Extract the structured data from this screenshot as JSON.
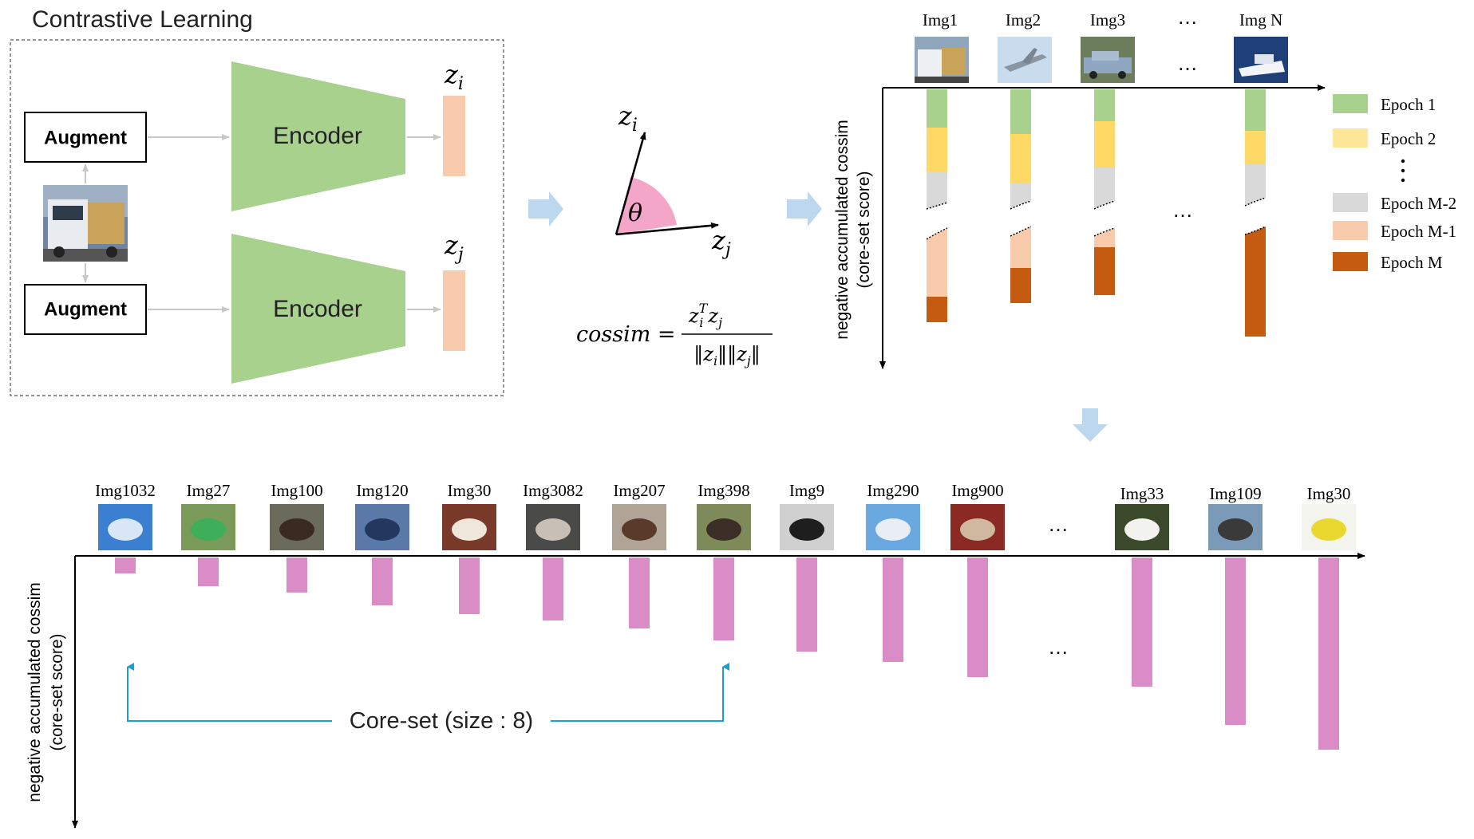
{
  "contrastive": {
    "title": "Contrastive Learning",
    "augment_top": "Augment",
    "augment_bottom": "Augment",
    "encoder_top": "Encoder",
    "encoder_bottom": "Encoder",
    "zi": "z",
    "zi_sub": "i",
    "zj": "z",
    "zj_sub": "j"
  },
  "angle": {
    "zi": "z",
    "zi_sub": "i",
    "zj": "z",
    "zj_sub": "j",
    "theta": "θ",
    "formula_lhs": "cossim =",
    "formula_num": "z",
    "formula_num_sup": "T",
    "formula_num_sub": "i",
    "formula_num2": "z",
    "formula_num2_sub": "j",
    "formula_den": "‖z",
    "formula_den_sub": "i",
    "formula_den_mid": "‖‖z",
    "formula_den_sub2": "j",
    "formula_den_end": "‖"
  },
  "epoch_chart": {
    "ylabel_line1": "negative accumulated cossim",
    "ylabel_line2": "(core-set score)",
    "images": [
      "Img1",
      "Img2",
      "Img3",
      "Img N"
    ],
    "ellipsis": "…",
    "legend": [
      {
        "label": "Epoch 1",
        "color": "#a9d18e"
      },
      {
        "label": "Epoch 2",
        "color": "#ffd966"
      },
      {
        "label": "Epoch M-2",
        "color": "#d9d9d9"
      },
      {
        "label": "Epoch M-1",
        "color": "#f8cbad"
      },
      {
        "label": "Epoch M",
        "color": "#c55a11"
      }
    ]
  },
  "chart_data": {
    "type": "bar",
    "categories": [
      "Img1032",
      "Img27",
      "Img100",
      "Img120",
      "Img30",
      "Img3082",
      "Img207",
      "Img398",
      "Img9",
      "Img290",
      "Img900",
      "Img33",
      "Img109",
      "Img30"
    ],
    "values": [
      20,
      36,
      44,
      60,
      71,
      79,
      89,
      104,
      118,
      131,
      150,
      162,
      210,
      241
    ],
    "ylabel_line1": "negative accumulated cossim",
    "ylabel_line2": "(core-set score)",
    "ellipsis": "…",
    "coreset_label": "Core-set (size : 8)",
    "bar_color": "#d98cc5"
  }
}
